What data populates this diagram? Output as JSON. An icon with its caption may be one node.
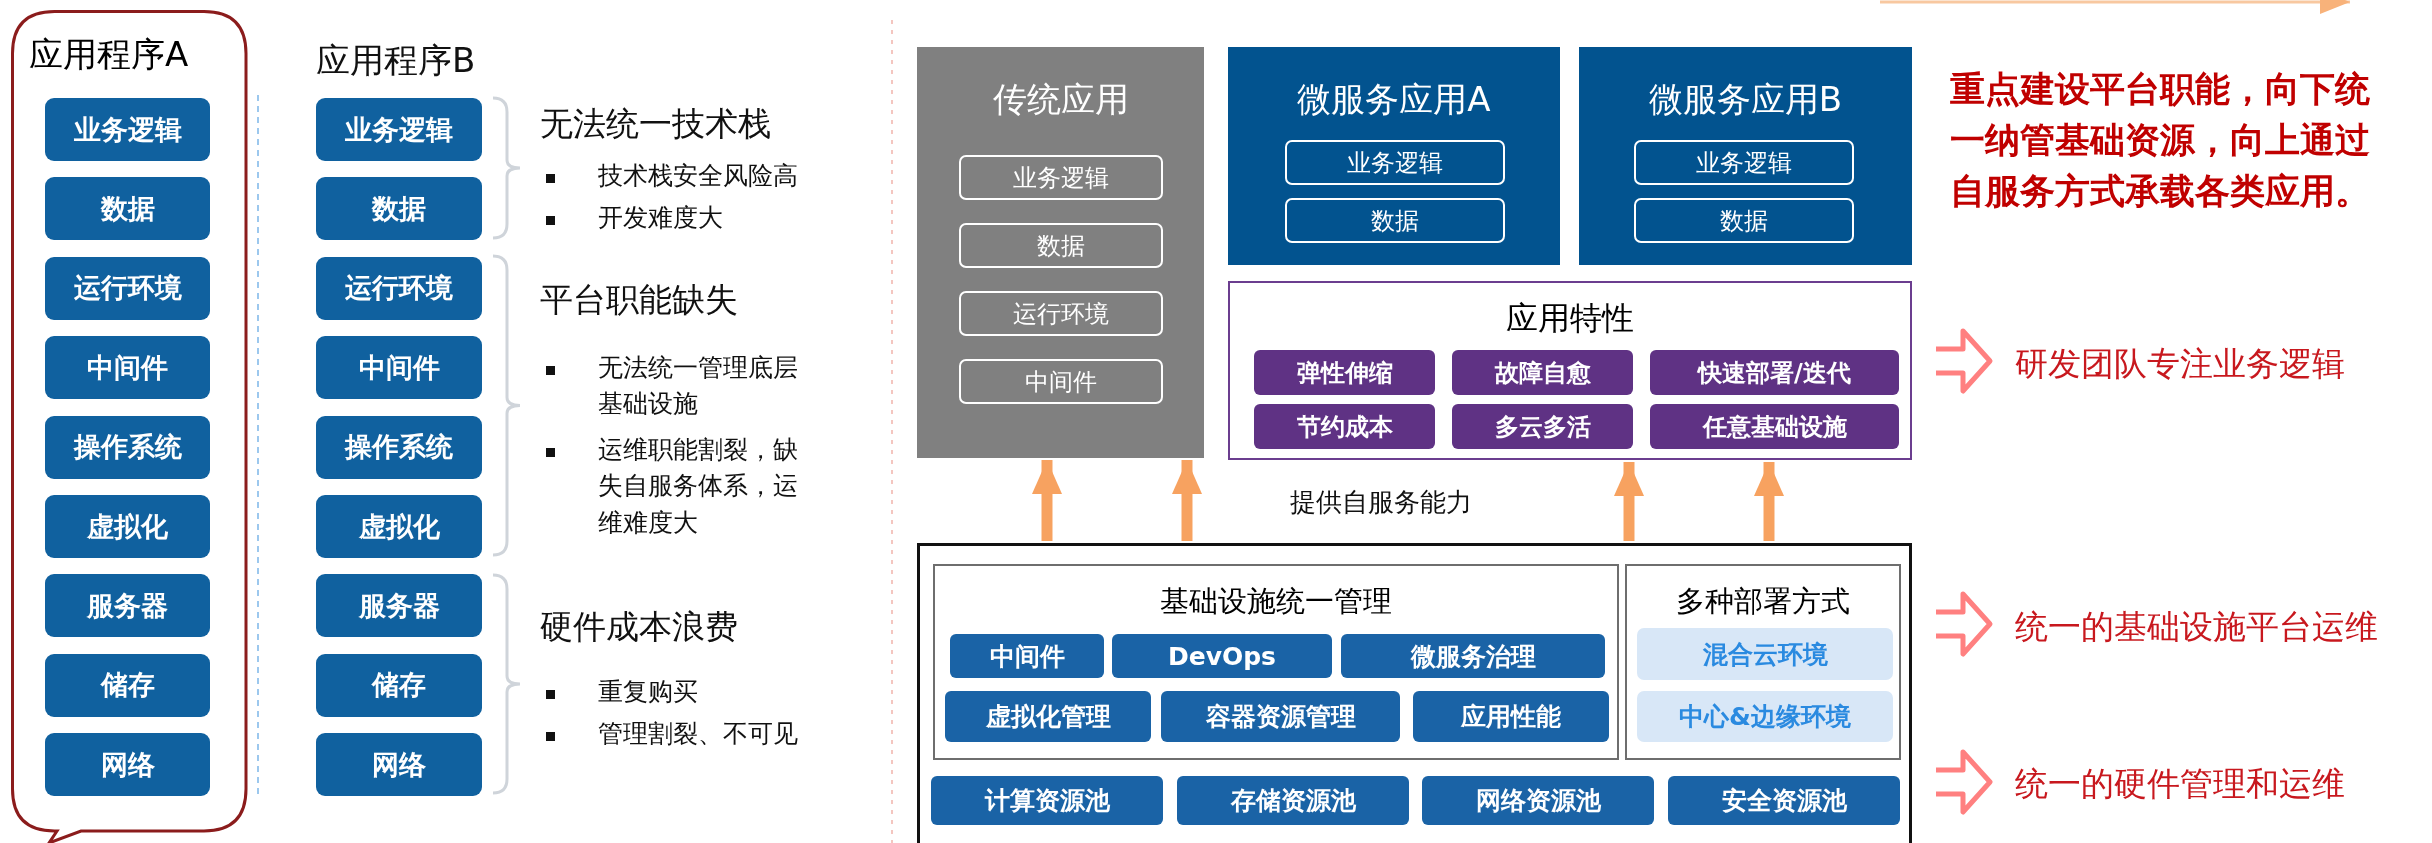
{
  "diagram": {
    "nodes": [
      {
        "text": [
          "应用程序A"
        ]
      },
      {
        "text": [
          "业务逻辑"
        ],
        "in": 0
      },
      {
        "text": [
          "数据"
        ],
        "in": 0
      },
      {
        "text": [
          "运行环境"
        ],
        "in": 0
      },
      {
        "text": [
          "中间件"
        ],
        "in": 0
      },
      {
        "text": [
          "操作系统"
        ],
        "in": 0
      },
      {
        "text": [
          "虚拟化"
        ],
        "in": 0
      },
      {
        "text": [
          "服务器"
        ],
        "in": 0
      },
      {
        "text": [
          "储存"
        ],
        "in": 0
      },
      {
        "text": [
          "网络"
        ],
        "in": 0
      },
      {
        "text": [
          "业务逻辑"
        ]
      },
      {
        "text": [
          "数据"
        ]
      },
      {
        "text": [
          "运行环境"
        ]
      },
      {
        "text": [
          "中间件"
        ]
      },
      {
        "text": [
          "操作系统"
        ]
      },
      {
        "text": [
          "虚拟化"
        ]
      },
      {
        "text": [
          "服务器"
        ]
      },
      {
        "text": [
          "储存"
        ]
      },
      {
        "text": [
          "网络"
        ]
      },
      {
        "text": [
          "传统应用"
        ]
      },
      {
        "text": [
          "业务逻辑"
        ],
        "in": 19
      },
      {
        "text": [
          "数据"
        ],
        "in": 19
      },
      {
        "text": [
          "运行环境"
        ],
        "in": 19
      },
      {
        "text": [
          "中间件"
        ],
        "in": 19
      },
      {
        "text": [
          "微服务应用A"
        ]
      },
      {
        "text": [
          "业务逻辑"
        ],
        "in": 24
      },
      {
        "text": [
          "数据"
        ],
        "in": 24
      },
      {
        "text": [
          "微服务应用B"
        ]
      },
      {
        "text": [
          "业务逻辑"
        ],
        "in": 27
      },
      {
        "text": [
          "数据"
        ],
        "in": 27
      },
      {
        "text": [
          "应用特性"
        ]
      },
      {
        "text": [
          "弹性伸缩"
        ],
        "in": 30
      },
      {
        "text": [
          "故障自愈"
        ],
        "in": 30
      },
      {
        "text": [
          "快速部署/迭代"
        ],
        "in": 30
      },
      {
        "text": [
          "节约成本"
        ],
        "in": 30
      },
      {
        "text": [
          "多云多活"
        ],
        "in": 30
      },
      {
        "text": [
          "任意基础设施"
        ],
        "in": 30
      },
      {
        "text": [],
        "shape": "box"
      },
      {
        "text": [
          "基础设施统一管理"
        ],
        "in": 37
      },
      {
        "text": [
          "中间件"
        ],
        "in": 38
      },
      {
        "text": [
          "DevOps"
        ],
        "in": 38
      },
      {
        "text": [
          "微服务治理"
        ],
        "in": 38
      },
      {
        "text": [
          "虚拟化管理"
        ],
        "in": 38
      },
      {
        "text": [
          "容器资源管理"
        ],
        "in": 38
      },
      {
        "text": [
          "应用性能"
        ],
        "in": 38
      },
      {
        "text": [
          "多种部署方式"
        ],
        "in": 37
      },
      {
        "text": [
          "混合云环境"
        ],
        "in": 45
      },
      {
        "text": [
          "中心&边缘环境"
        ],
        "in": 45
      },
      {
        "text": [
          "计算资源池"
        ],
        "in": 37
      },
      {
        "text": [
          "存储资源池"
        ],
        "in": 37
      },
      {
        "text": [
          "网络资源池"
        ],
        "in": 37
      },
      {
        "text": [
          "安全资源池"
        ],
        "in": 37
      }
    ],
    "edges": [
      {
        "from": 37,
        "to": 19,
        "arrow": "to"
      },
      {
        "from": 37,
        "to": 19,
        "arrow": "to"
      },
      {
        "from": 37,
        "to": 30,
        "arrow": "to"
      },
      {
        "from": 37,
        "to": 30,
        "arrow": "to"
      }
    ],
    "labels": [
      "应用程序B",
      "无法统一技术栈",
      "技术栈安全风险高",
      "开发难度大",
      "平台职能缺失",
      "无法统一管理底层基础设施",
      "运维职能割裂，缺失自服务体系，运维难度大",
      "硬件成本浪费",
      "重复购买",
      "管理割裂、不可见",
      "提供自服务能力",
      "重点建设平台职能，向下统一纳管基础资源，向上通过自服务方式承载各类应用。",
      "研发团队专注业务逻辑",
      "统一的基础设施平台运维",
      "统一的硬件管理和运维"
    ]
  }
}
